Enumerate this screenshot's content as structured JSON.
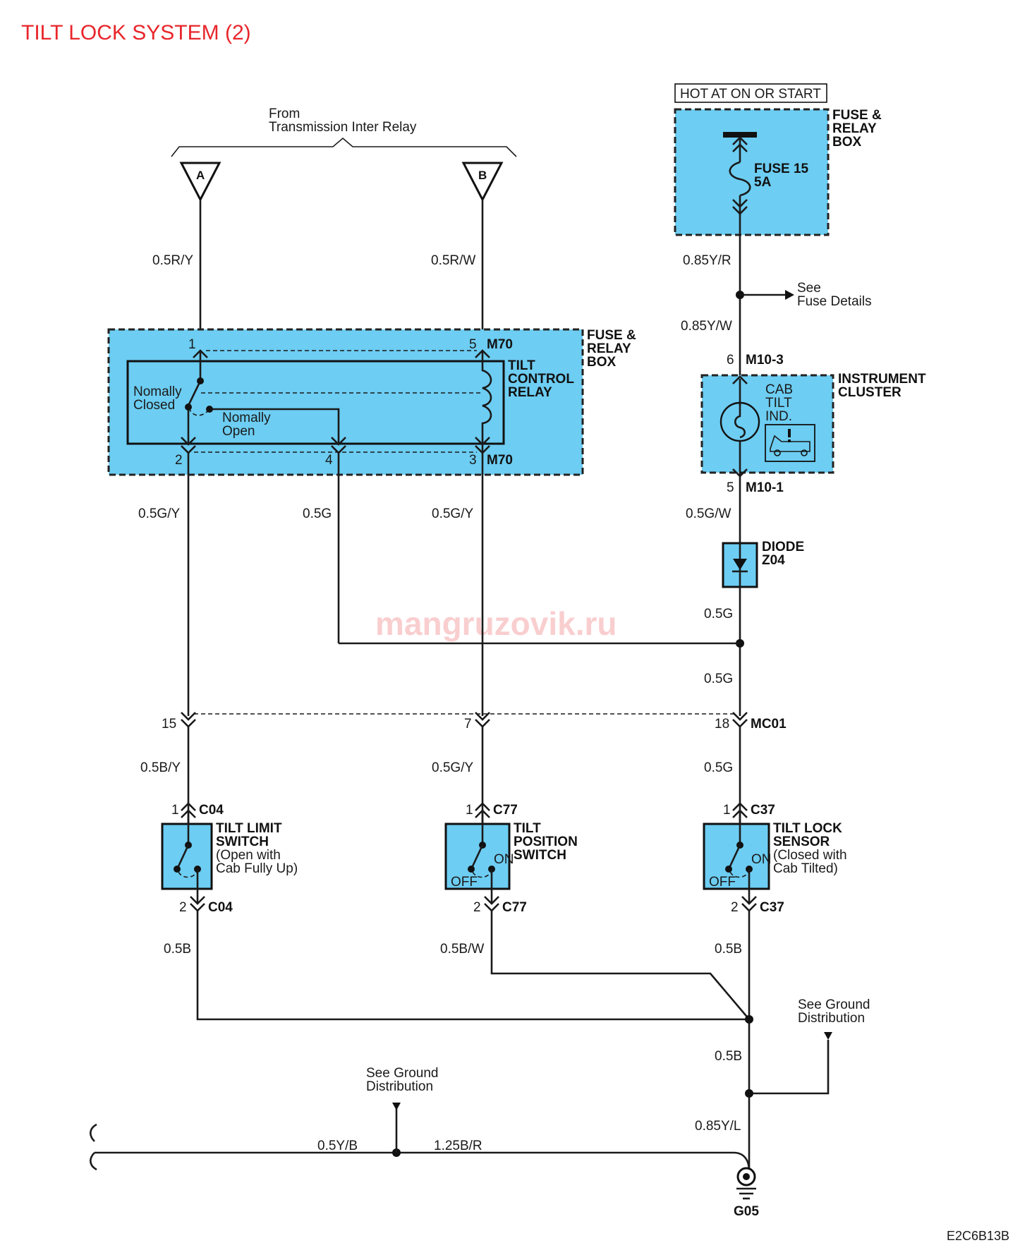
{
  "title": "TILT LOCK SYSTEM (2)",
  "watermark": "mangruzovik.ru",
  "figure_code": "E2C6B13B",
  "colors": {
    "title": "#e8262b",
    "component_fill": "#6dcdf2",
    "wire": "#1a1a1a"
  },
  "top": {
    "from_line1": "From",
    "from_line2": "Transmission Inter Relay",
    "connector_a": "A",
    "connector_b": "B",
    "hot_label": "HOT AT ON OR START"
  },
  "fuse_box": {
    "name_line1": "FUSE &",
    "name_line2": "RELAY",
    "name_line3": "BOX",
    "fuse_line1": "FUSE 15",
    "fuse_line2": "5A"
  },
  "relay_box": {
    "name_line1": "FUSE &",
    "name_line2": "RELAY",
    "name_line3": "BOX",
    "relay_line1": "TILT",
    "relay_line2": "CONTROL",
    "relay_line3": "RELAY",
    "nc_line1": "Nomally",
    "nc_line2": "Closed",
    "no_line1": "Nomally",
    "no_line2": "Open",
    "pin1": "1",
    "pin5": "5",
    "pin2": "2",
    "pin4": "4",
    "pin3": "3",
    "connector_top": "M70",
    "connector_bottom": "M70"
  },
  "see_fuse_line1": "See",
  "see_fuse_line2": "Fuse Details",
  "cluster": {
    "name_line1": "INSTRUMENT",
    "name_line2": "CLUSTER",
    "ind_line1": "CAB",
    "ind_line2": "TILT",
    "ind_line3": "IND.",
    "pin_top": "6",
    "conn_top": "M10-3",
    "pin_bottom": "5",
    "conn_bottom": "M10-1"
  },
  "diode": {
    "name_line1": "DIODE",
    "name_line2": "Z04"
  },
  "wires": {
    "a": "0.5R/Y",
    "b": "0.5R/W",
    "fuse_out": "0.85Y/R",
    "fuse_out2": "0.85Y/W",
    "relay2": "0.5G/Y",
    "relay4": "0.5G",
    "relay3": "0.5G/Y",
    "cluster_out": "0.5G/W",
    "diode_out": "0.5G",
    "mid_g": "0.5G",
    "sw1_in": "0.5B/Y",
    "sw2_in": "0.5G/Y",
    "sw3_in": "0.5G",
    "sw1_out": "0.5B",
    "sw2_out": "0.5B/W",
    "sw3_out": "0.5B",
    "gnd_trunk": "0.5B",
    "gnd_final": "0.85Y/L",
    "bottom_left": "0.5Y/B",
    "bottom_right": "1.25B/R"
  },
  "mc01": {
    "pin15": "15",
    "pin7": "7",
    "pin18": "18",
    "name": "MC01"
  },
  "switches": [
    {
      "pin_top": "1",
      "conn_top": "C04",
      "pin_bottom": "2",
      "conn_bottom": "C04",
      "line1": "TILT LIMIT",
      "line2": "SWITCH",
      "line3": "(Open with",
      "line4": "Cab Fully Up)"
    },
    {
      "pin_top": "1",
      "conn_top": "C77",
      "pin_bottom": "2",
      "conn_bottom": "C77",
      "line1": "TILT",
      "line2": "POSITION",
      "line3": "SWITCH",
      "on": "ON",
      "off": "OFF"
    },
    {
      "pin_top": "1",
      "conn_top": "C37",
      "pin_bottom": "2",
      "conn_bottom": "C37",
      "line1": "TILT LOCK",
      "line2": "SENSOR",
      "line3": "(Closed with",
      "line4": "Cab Tilted)",
      "on": "ON",
      "off": "OFF"
    }
  ],
  "ground_right_line1": "See Ground",
  "ground_right_line2": "Distribution",
  "ground_left_line1": "See Ground",
  "ground_left_line2": "Distribution",
  "ground_point": "G05"
}
